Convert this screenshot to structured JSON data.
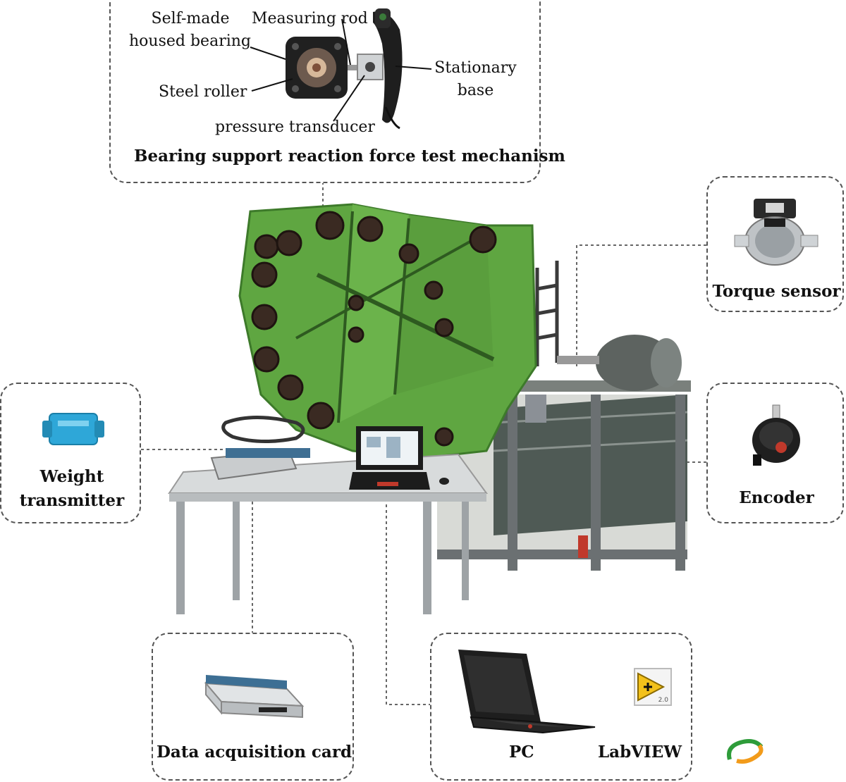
{
  "bearing_panel": {
    "title": "Bearing support reaction force test mechanism",
    "self_made_line1": "Self-made",
    "self_made_line2": "housed bearing",
    "measuring_rod": "Measuring rod",
    "steel_roller": "Steel roller",
    "stationary_line1": "Stationary",
    "stationary_line2": "base",
    "pressure_transducer": "pressure transducer"
  },
  "torque_panel": {
    "title": "Torque sensor"
  },
  "weight_panel": {
    "title_line1": "Weight",
    "title_line2": "transmitter"
  },
  "encoder_panel": {
    "title": "Encoder"
  },
  "daq_panel": {
    "title": "Data acquisition card"
  },
  "pc_panel": {
    "pc_label": "PC",
    "labview_label": "LabVIEW",
    "labview_version": "2.0"
  },
  "colors": {
    "machine_green": "#5fa641",
    "dashed_border": "#555555",
    "frame_gray": "#6b7072"
  }
}
